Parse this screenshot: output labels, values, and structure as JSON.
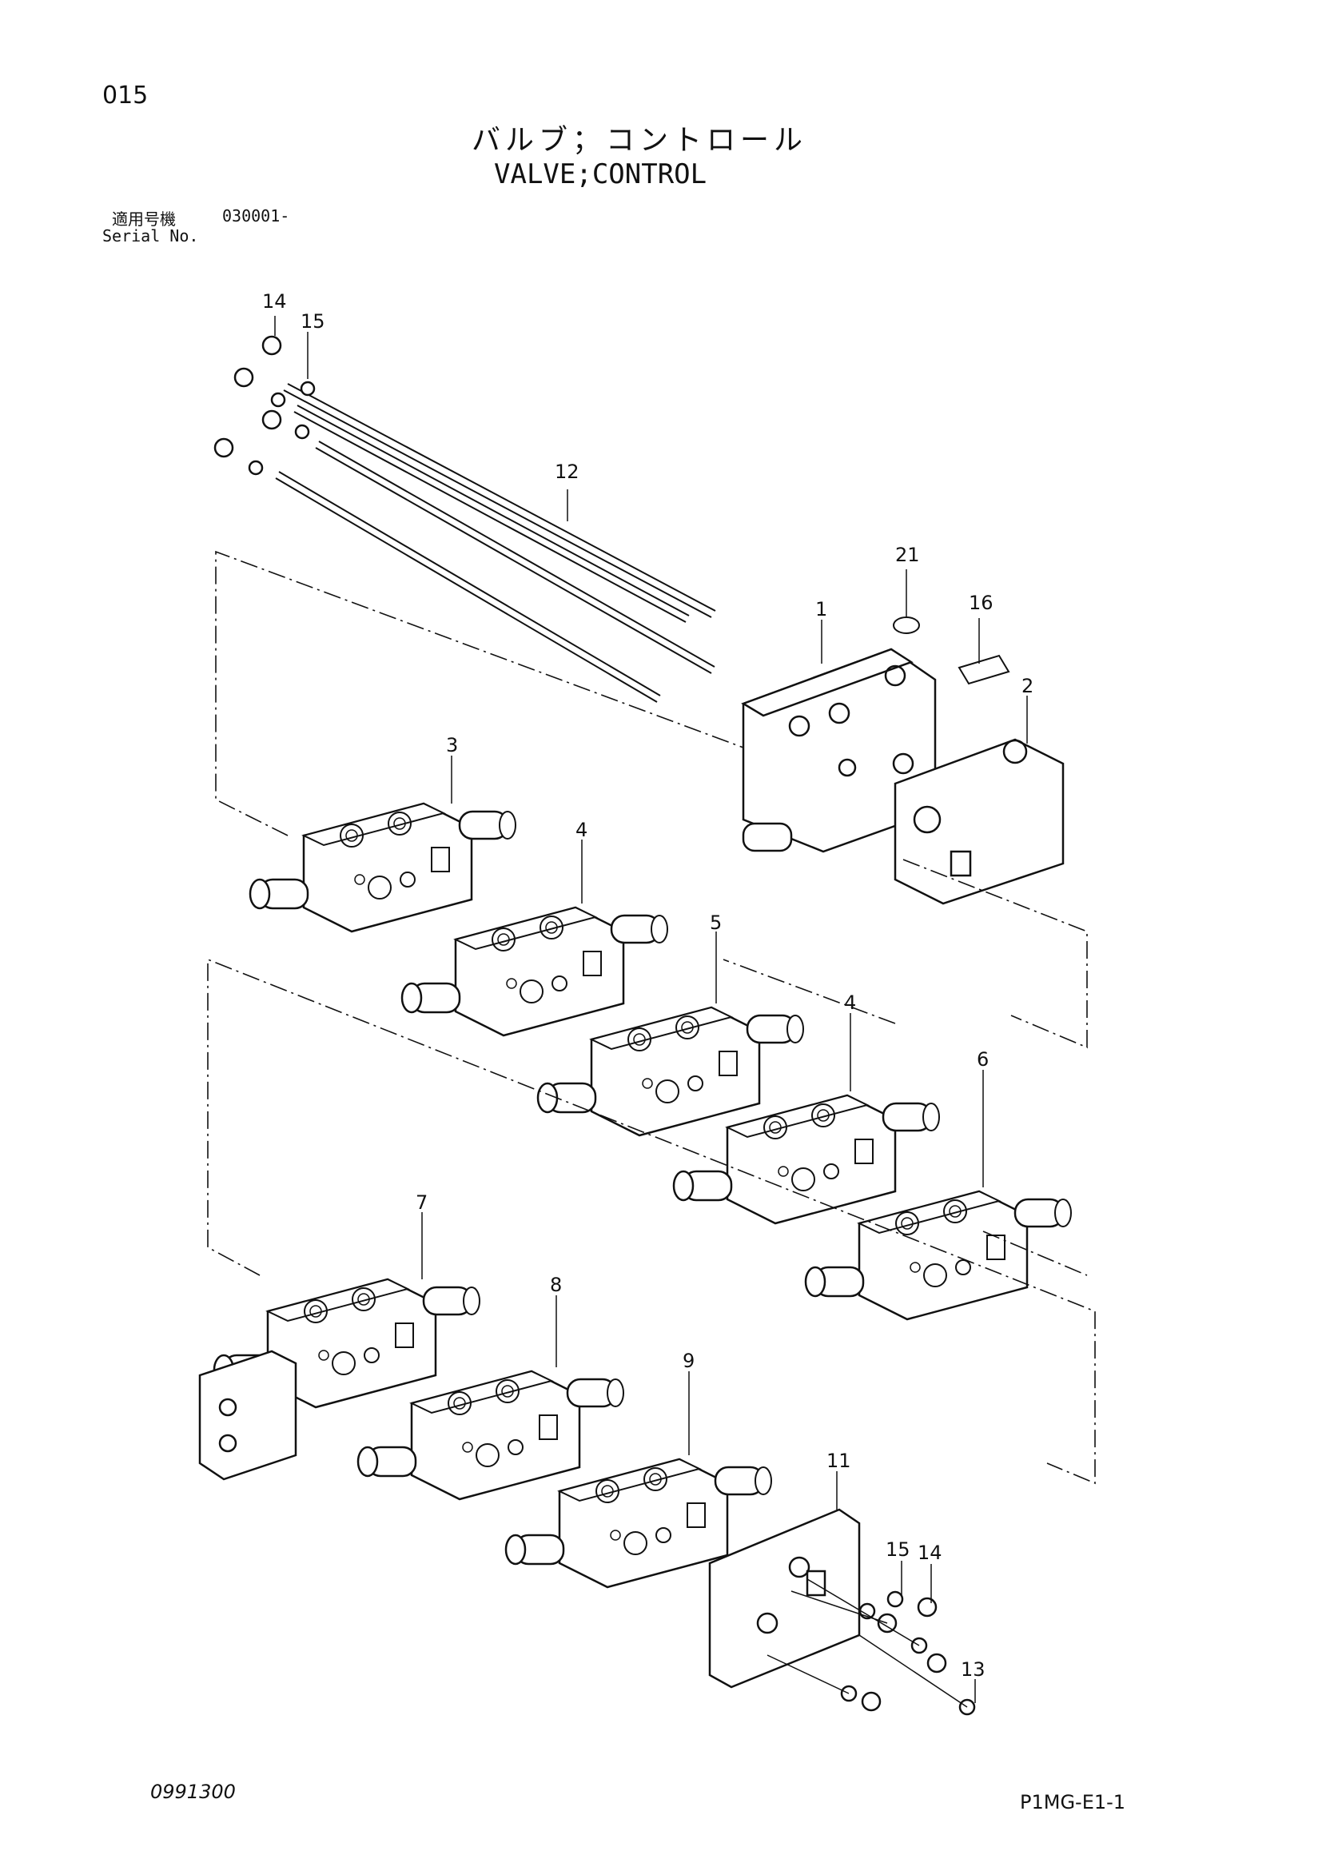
{
  "page_number": "015",
  "title_jp": "バルブ；コントロール",
  "title_en": "VALVE;CONTROL",
  "serial_label_jp": "適用号機",
  "serial_value": "030001-",
  "serial_label_en": "Serial No.",
  "doc_number": "0991300",
  "page_code": "P1MG-E1-1",
  "callouts": {
    "c1": "1",
    "c2": "2",
    "c3": "3",
    "c4a": "4",
    "c4b": "4",
    "c5": "5",
    "c6": "6",
    "c7": "7",
    "c8": "8",
    "c9": "9",
    "c11": "11",
    "c12": "12",
    "c13": "13",
    "c14a": "14",
    "c14b": "14",
    "c15a": "15",
    "c15b": "15",
    "c16": "16",
    "c21": "21"
  }
}
